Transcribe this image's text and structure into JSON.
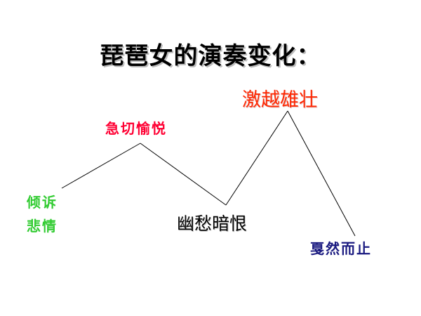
{
  "title": "琵琶女的演奏变化：",
  "stages": {
    "start_line1": "倾诉",
    "start_line2": "悲情",
    "peak1": "急切愉悦",
    "valley": "幽愁暗恨",
    "peak2": "激越雄壮",
    "end": "戛然而止"
  },
  "colors": {
    "start": "#33cc33",
    "peak1": "#ff0033",
    "valley": "#000000",
    "peak2": "#ff2600",
    "end": "#1a1a80",
    "line": "#000000"
  }
}
